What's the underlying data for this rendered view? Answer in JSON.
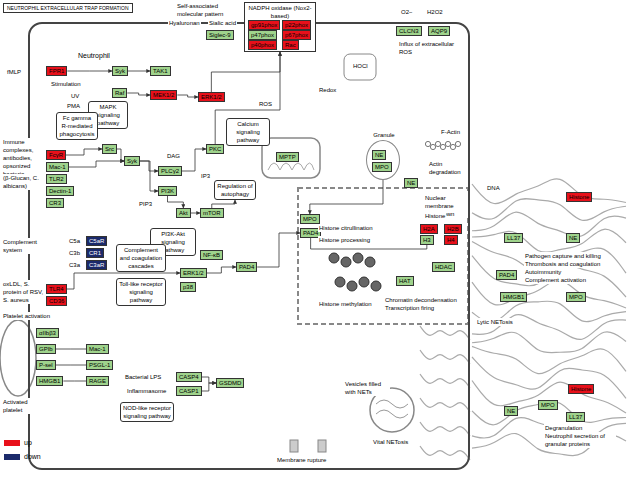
{
  "diagram": {
    "title": "NEUTROPHIL EXTRACELLULAR TRAP FORMATION",
    "nodes": [
      {
        "text": [
          "Neutrophil"
        ]
      },
      {
        "text": [
          "NADPH oxidase (Nox2-based)"
        ],
        "in": 0
      },
      {
        "text": [
          "gp91phox"
        ],
        "in": 1
      },
      {
        "text": [
          "p22phox"
        ],
        "in": 1
      },
      {
        "text": [
          "p47phox"
        ],
        "in": 1
      },
      {
        "text": [
          "p67phox"
        ],
        "in": 1
      },
      {
        "text": [
          "p40phox"
        ],
        "in": 1
      },
      {
        "text": [
          "Rac"
        ],
        "in": 1
      },
      {
        "text": [
          "CLCN3"
        ],
        "in": 0
      },
      {
        "text": [
          "AQP9"
        ],
        "in": 0
      },
      {
        "text": [
          "Siglec-9"
        ],
        "in": 0
      },
      {
        "text": [
          "FPR1"
        ],
        "in": 0
      },
      {
        "text": [
          "FcγR"
        ],
        "in": 0
      },
      {
        "text": [
          "Mac-1"
        ],
        "in": 0
      },
      {
        "text": [
          "TLR2"
        ],
        "in": 0
      },
      {
        "text": [
          "Dectin-1"
        ],
        "in": 0
      },
      {
        "text": [
          "CR3"
        ],
        "in": 0
      },
      {
        "text": [
          "C5aR"
        ],
        "in": 0
      },
      {
        "text": [
          "CR1"
        ],
        "in": 0
      },
      {
        "text": [
          "C3aR"
        ],
        "in": 0
      },
      {
        "text": [
          "TLR4"
        ],
        "in": 0
      },
      {
        "text": [
          "CD36"
        ],
        "in": 0
      },
      {
        "text": [
          "αIIbβ3"
        ]
      },
      {
        "text": [
          "GPIb"
        ]
      },
      {
        "text": [
          "P-sel"
        ]
      },
      {
        "text": [
          "HMGB1"
        ]
      },
      {
        "text": [
          "Mac-1"
        ],
        "in": 0
      },
      {
        "text": [
          "PSGL-1"
        ],
        "in": 0
      },
      {
        "text": [
          "RAGE"
        ],
        "in": 0
      },
      {
        "text": [
          "Syk"
        ],
        "in": 0
      },
      {
        "text": [
          "TAK1"
        ],
        "in": 0
      },
      {
        "text": [
          "Raf"
        ],
        "in": 0
      },
      {
        "text": [
          "MEK1/2"
        ],
        "in": 0
      },
      {
        "text": [
          "ERK1/2"
        ],
        "in": 0
      },
      {
        "text": [
          "Src"
        ],
        "in": 0
      },
      {
        "text": [
          "Syk"
        ],
        "in": 0
      },
      {
        "text": [
          "PI3K"
        ],
        "in": 0
      },
      {
        "text": [
          "PLCγ2"
        ],
        "in": 0
      },
      {
        "text": [
          "PKC"
        ],
        "in": 0
      },
      {
        "text": [
          "Akt"
        ],
        "in": 0
      },
      {
        "text": [
          "mTOR"
        ],
        "in": 0
      },
      {
        "text": [
          "MAPK signaling pathway"
        ],
        "in": 0
      },
      {
        "text": [
          "Fc gamma R-mediated phagocytosis"
        ],
        "in": 0
      },
      {
        "text": [
          "PI3K-Akt signaling pathway"
        ],
        "in": 0
      },
      {
        "text": [
          "Calcium signaling pathway"
        ],
        "in": 0
      },
      {
        "text": [
          "Regulation of autophagy"
        ],
        "in": 0
      },
      {
        "text": [
          "Complement and coagulation cascades"
        ],
        "in": 0
      },
      {
        "text": [
          "Toll-like receptor signaling pathway"
        ],
        "in": 0
      },
      {
        "text": [
          "NF-κB"
        ],
        "in": 0
      },
      {
        "text": [
          "PAD4"
        ],
        "in": 0
      },
      {
        "text": [
          "ERK1/2"
        ],
        "in": 0
      },
      {
        "text": [
          "p38"
        ],
        "in": 0
      },
      {
        "text": [
          "CASP4"
        ],
        "in": 0
      },
      {
        "text": [
          "CASP1"
        ],
        "in": 0
      },
      {
        "text": [
          "GSDMD"
        ],
        "in": 0
      },
      {
        "text": [
          "NOD-like receptor signaling pathway"
        ],
        "in": 0
      },
      {
        "text": [
          "MPTP"
        ],
        "in": 0
      },
      {
        "text": [
          "MPO"
        ],
        "in": 0
      },
      {
        "text": [
          "PAD4"
        ],
        "in": 0
      },
      {
        "text": [
          "Granule"
        ],
        "in": 0
      },
      {
        "text": [
          "NE"
        ],
        "in": 59
      },
      {
        "text": [
          "MPO"
        ],
        "in": 59
      },
      {
        "text": [
          "NE"
        ],
        "in": 0
      },
      {
        "text": [
          "H2A"
        ],
        "in": 0
      },
      {
        "text": [
          "H2B"
        ],
        "in": 0
      },
      {
        "text": [
          "H3"
        ],
        "in": 0
      },
      {
        "text": [
          "H4"
        ],
        "in": 0
      },
      {
        "text": [
          "HAT"
        ],
        "in": 0
      },
      {
        "text": [
          "HDAC"
        ],
        "in": 0
      },
      {
        "text": [
          "Histone"
        ]
      },
      {
        "text": [
          "LL37"
        ]
      },
      {
        "text": [
          "NE"
        ]
      },
      {
        "text": [
          "PAD4"
        ]
      },
      {
        "text": [
          "HMGB1"
        ]
      },
      {
        "text": [
          "MPO"
        ]
      },
      {
        "text": [
          "Histone"
        ]
      },
      {
        "text": [
          "NE"
        ]
      },
      {
        "text": [
          "MPO"
        ]
      },
      {
        "text": [
          "LL37"
        ]
      }
    ],
    "edges": [
      {
        "from": 11,
        "to": 29,
        "arrow": "to"
      },
      {
        "from": 29,
        "to": 30,
        "arrow": "to"
      },
      {
        "from": 31,
        "to": 32,
        "arrow": "to"
      },
      {
        "from": 32,
        "to": 33,
        "arrow": "to"
      },
      {
        "from": 12,
        "to": 34,
        "arrow": "to"
      },
      {
        "from": 34,
        "to": 35,
        "arrow": "to"
      },
      {
        "from": 35,
        "to": 37,
        "arrow": "to"
      },
      {
        "from": 35,
        "to": 36,
        "arrow": "to"
      },
      {
        "from": 36,
        "to": 39,
        "arrow": "to"
      },
      {
        "from": 39,
        "to": 40,
        "arrow": "to"
      },
      {
        "from": 37,
        "to": 38,
        "arrow": "to"
      },
      {
        "from": 38,
        "to": 1,
        "arrow": "to"
      },
      {
        "from": 33,
        "to": 1,
        "arrow": "to"
      },
      {
        "from": 52,
        "to": 54,
        "arrow": "to"
      },
      {
        "from": 53,
        "to": 54,
        "arrow": "to"
      },
      {
        "from": 59,
        "to": 57,
        "arrow": "to"
      },
      {
        "from": 58,
        "to": 65,
        "arrow": "to"
      },
      {
        "from": 23,
        "to": 26,
        "arrow": "none"
      },
      {
        "from": 24,
        "to": 27,
        "arrow": "none"
      },
      {
        "from": 25,
        "to": 28,
        "arrow": "none"
      },
      {
        "from": 20,
        "to": 50,
        "arrow": "to"
      },
      {
        "from": 50,
        "to": 49,
        "arrow": "to"
      },
      {
        "from": 13,
        "to": 35,
        "arrow": "to"
      },
      {
        "from": 49,
        "to": 58,
        "arrow": "to"
      },
      {
        "from": 40,
        "to": 45,
        "arrow": "to"
      }
    ],
    "labels": [
      "Self-associated molecular pattern",
      "Hyaluronan",
      "Sialic acid",
      "O2−",
      "H2O2",
      "Influx of extracellular ROS",
      "HOCl",
      "Redox",
      "ROS",
      "fMLP",
      "Stimulation",
      "PMA",
      "UV",
      "Immune complexes, antibodies, opsonized bacteria",
      "(β-Glucan, C. albicans)",
      "Complement system",
      "C5a",
      "C3b",
      "C3a",
      "oxLDL, S. protein of RSV, S. aureus",
      "Platelet activation",
      "Activated platelet",
      "DAG",
      "IP3",
      "PIP3",
      "Bacterial LPS",
      "Inflammasome",
      "Membrane rupture",
      "Vesicles filled with NETs",
      "Vital NETosis",
      "Lytic NETosis",
      "DNA",
      "Pathogen capture and killing",
      "Thrombosis and coagulation",
      "Autoimmunity",
      "Complement activation",
      "Degranulation",
      "Neutrophil secretion of granular proteins",
      "Histone citrullination",
      "Histone processing",
      "Histone methylation",
      "Chromatin decondensation",
      "Transcription firing",
      "Nuclear membrane breakdown",
      "Histone",
      "F-Actin",
      "Actin degradation"
    ],
    "legend": [
      {
        "text": "up",
        "color": "#e8101a"
      },
      {
        "text": "down",
        "color": "#1b2a6b"
      }
    ]
  }
}
